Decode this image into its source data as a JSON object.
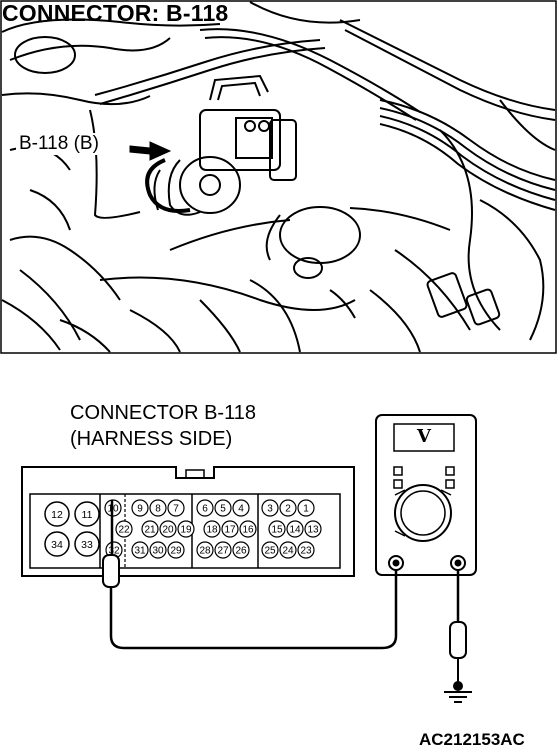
{
  "title": "CONNECTOR: B-118",
  "callout": "B-118 (B)",
  "connector_label_line1": "CONNECTOR B-118",
  "connector_label_line2": "(HARNESS SIDE)",
  "meter_symbol": "V",
  "footer_code": "AC212153AC",
  "pins": {
    "left_top": [
      "12",
      "11"
    ],
    "left_bottom": [
      "34",
      "33"
    ],
    "mid_top": [
      "10",
      "9",
      "8",
      "7",
      "6",
      "5",
      "4",
      "3",
      "2",
      "1"
    ],
    "mid_row2": [
      "22",
      "21",
      "20",
      "19",
      "18",
      "17",
      "16",
      "15",
      "14",
      "13"
    ],
    "mid_row3": [
      "32",
      "31",
      "30",
      "29",
      "28",
      "27",
      "26",
      "25",
      "24",
      "23"
    ]
  },
  "colors": {
    "line": "#000000",
    "background": "#ffffff"
  }
}
